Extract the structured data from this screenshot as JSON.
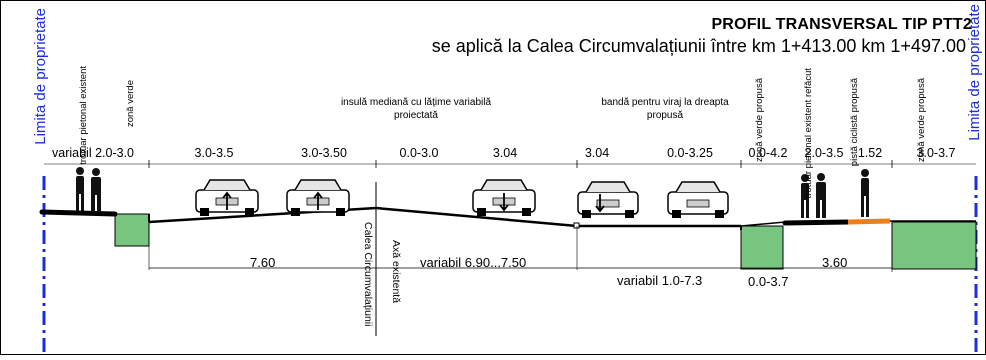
{
  "title": "PROFIL TRANSVERSAL TIP PTT2",
  "subtitle": "se aplică la Calea Circumvalațiunii între km 1+413.00 km 1+497.00",
  "property_limit_left": "Limita de proprietate",
  "property_limit_right": "Limita de proprietate",
  "zones": {
    "existing_sidewalk_left": "trotuar pietonal existent",
    "green_left": "zonă verde",
    "median_island": "insulă mediană cu lățime variabilă proiectată",
    "turn_lane": "bandă pentru viraj la dreapta propusă",
    "green_proposed": "zonă verde propusă",
    "sidewalk_redone": "trotuar pietonal existent refăcut",
    "bike_lane": "pistă ciclistă propusă",
    "green_right": "zonă verde propusă"
  },
  "top_dims": [
    "variabil 2.0-3.0",
    "3.0-3.5",
    "3.0-3.50",
    "0.0-3.0",
    "3.04",
    "3.04",
    "0.0-3.25",
    "0.0-4.2",
    "2.0-3.5",
    "1.52",
    "3.0-3.7"
  ],
  "bottom_dims": {
    "left_width": "7.60",
    "right_width": "variabil 6.90...7.50",
    "turn_variable": "variabil 1.0-7.3",
    "green_width": "0.0-3.7",
    "sidewalk_total": "3.60"
  },
  "axis_labels": {
    "street": "Calea Circumvalațiunii",
    "existing_axis": "Axă existentă"
  },
  "colors": {
    "property_line": "#1a2ee0",
    "green": "#77c57e",
    "bike_lane": "#f07e14",
    "road": "#000000"
  }
}
